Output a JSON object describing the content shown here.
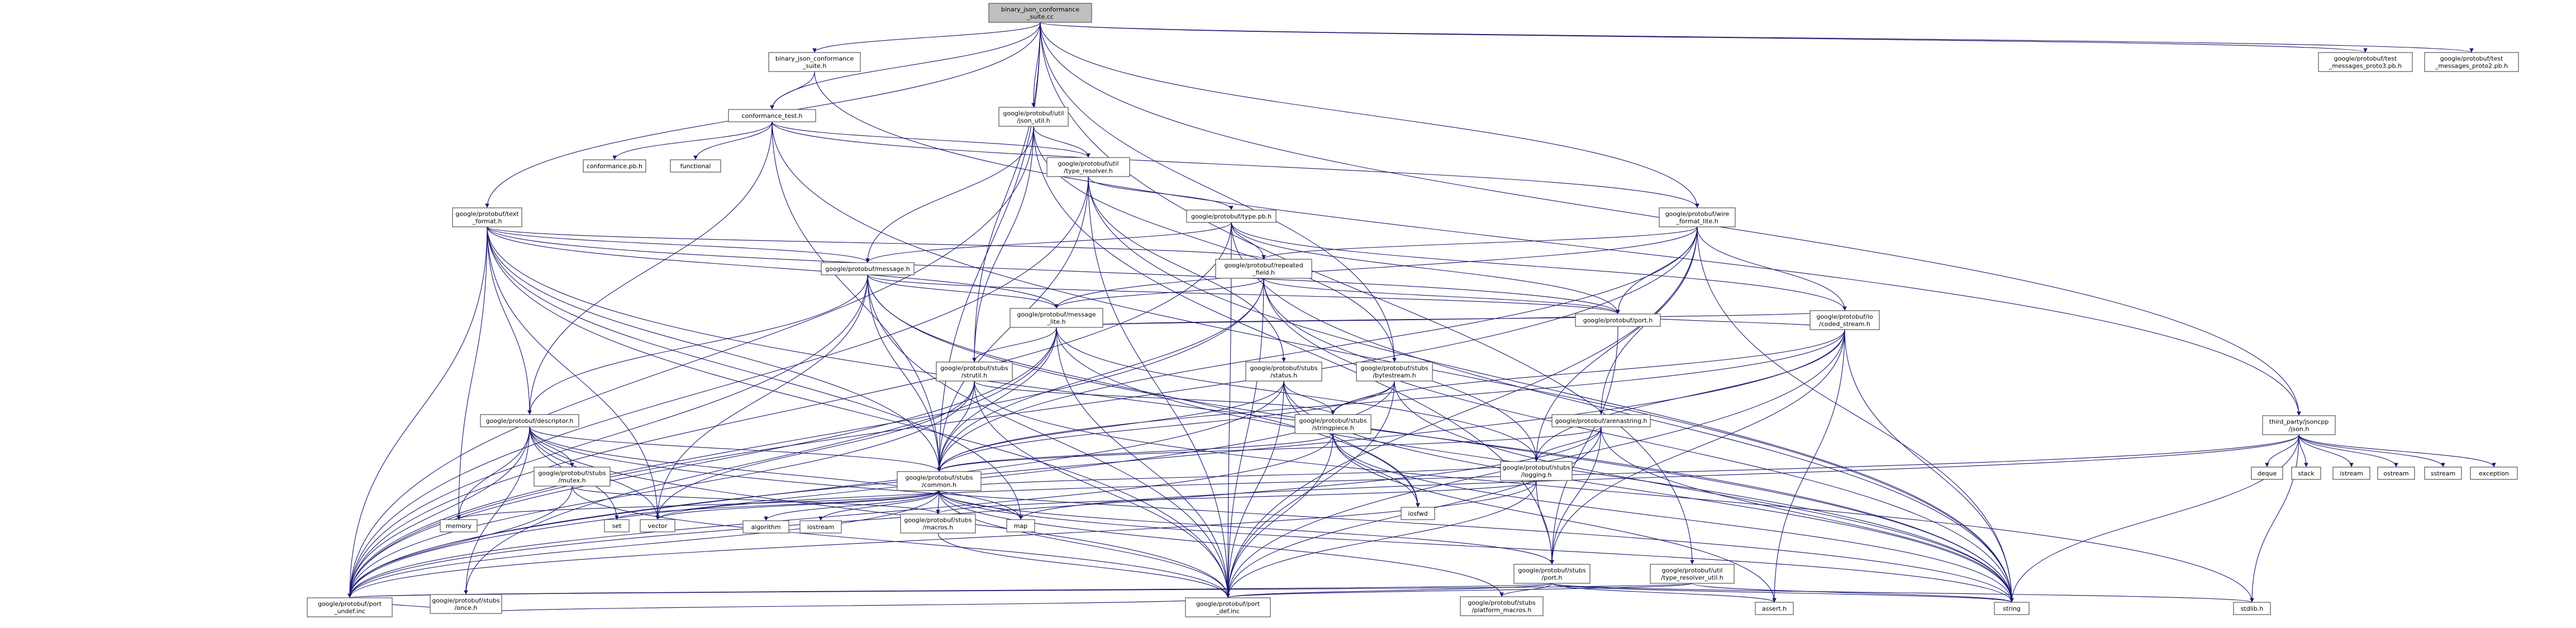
{
  "colors": {
    "edge": "#191970",
    "root_fill": "#bfbfbf",
    "node_border": "#555555",
    "red_border": "#ff0000",
    "gray_border": "#bfbfbf",
    "node_fill": "#ffffff"
  },
  "nodes": [
    {
      "id": "root",
      "label": [
        "binary_json_conformance",
        "_suite.cc"
      ],
      "style": "root"
    },
    {
      "id": "bjcs_h",
      "label": [
        "binary_json_conformance",
        "_suite.h"
      ],
      "style": "normal"
    },
    {
      "id": "ctest_h",
      "label": [
        "conformance_test.h"
      ],
      "style": "normal"
    },
    {
      "id": "json_util",
      "label": [
        "google/protobuf/util",
        "/json_util.h"
      ],
      "style": "normal"
    },
    {
      "id": "text_format",
      "label": [
        "google/protobuf/text",
        "_format.h"
      ],
      "style": "normal"
    },
    {
      "id": "type_resolver",
      "label": [
        "google/protobuf/util",
        "/type_resolver.h"
      ],
      "style": "normal"
    },
    {
      "id": "wire_format_lite",
      "label": [
        "google/protobuf/wire",
        "_format_lite.h"
      ],
      "style": "normal"
    },
    {
      "id": "conf_pb",
      "label": [
        "conformance.pb.h"
      ],
      "style": "gray"
    },
    {
      "id": "functional",
      "label": [
        "functional"
      ],
      "style": "gray"
    },
    {
      "id": "type_pb",
      "label": [
        "google/protobuf/type.pb.h"
      ],
      "style": "red"
    },
    {
      "id": "repeated_field",
      "label": [
        "google/protobuf/repeated",
        "_field.h"
      ],
      "style": "red"
    },
    {
      "id": "message_h",
      "label": [
        "google/protobuf/message.h"
      ],
      "style": "red"
    },
    {
      "id": "message_lite",
      "label": [
        "google/protobuf/message",
        "_lite.h"
      ],
      "style": "red"
    },
    {
      "id": "coded_stream",
      "label": [
        "google/protobuf/io",
        "/coded_stream.h"
      ],
      "style": "red"
    },
    {
      "id": "port_h",
      "label": [
        "google/protobuf/port.h"
      ],
      "style": "normal"
    },
    {
      "id": "strutil",
      "label": [
        "google/protobuf/stubs",
        "/strutil.h"
      ],
      "style": "normal"
    },
    {
      "id": "status",
      "label": [
        "google/protobuf/stubs",
        "/status.h"
      ],
      "style": "normal"
    },
    {
      "id": "bytestream",
      "label": [
        "google/protobuf/stubs",
        "/bytestream.h"
      ],
      "style": "red"
    },
    {
      "id": "stringpiece",
      "label": [
        "google/protobuf/stubs",
        "/stringpiece.h"
      ],
      "style": "red"
    },
    {
      "id": "arenastring",
      "label": [
        "google/protobuf/arenastring.h"
      ],
      "style": "red"
    },
    {
      "id": "descriptor",
      "label": [
        "google/protobuf/descriptor.h"
      ],
      "style": "normal"
    },
    {
      "id": "common",
      "label": [
        "google/protobuf/stubs",
        "/common.h"
      ],
      "style": "normal"
    },
    {
      "id": "logging",
      "label": [
        "google/protobuf/stubs",
        "/logging.h"
      ],
      "style": "normal"
    },
    {
      "id": "mutex",
      "label": [
        "google/protobuf/stubs",
        "/mutex.h"
      ],
      "style": "red"
    },
    {
      "id": "once",
      "label": [
        "google/protobuf/stubs",
        "/once.h"
      ],
      "style": "red"
    },
    {
      "id": "macros",
      "label": [
        "google/protobuf/stubs",
        "/macros.h"
      ],
      "style": "normal"
    },
    {
      "id": "port_stubs",
      "label": [
        "google/protobuf/stubs",
        "/port.h"
      ],
      "style": "red"
    },
    {
      "id": "tr_util",
      "label": [
        "google/protobuf/util",
        "/type_resolver_util.h"
      ],
      "style": "normal"
    },
    {
      "id": "platform_macros",
      "label": [
        "google/protobuf/stubs",
        "/platform_macros.h"
      ],
      "style": "normal"
    },
    {
      "id": "port_undef",
      "label": [
        "google/protobuf/port",
        "_undef.inc"
      ],
      "style": "gray"
    },
    {
      "id": "port_def",
      "label": [
        "google/protobuf/port",
        "_def.inc"
      ],
      "style": "gray"
    },
    {
      "id": "jsoncpp",
      "label": [
        "third_party/jsoncpp",
        "/json.h"
      ],
      "style": "normal"
    },
    {
      "id": "proto3_pb",
      "label": [
        "google/protobuf/test",
        "_messages_proto3.pb.h"
      ],
      "style": "gray"
    },
    {
      "id": "proto2_pb",
      "label": [
        "google/protobuf/test",
        "_messages_proto2.pb.h"
      ],
      "style": "gray"
    },
    {
      "id": "iosfwd",
      "label": [
        "iosfwd"
      ],
      "style": "gray"
    },
    {
      "id": "memory",
      "label": [
        "memory"
      ],
      "style": "gray"
    },
    {
      "id": "set",
      "label": [
        "set"
      ],
      "style": "gray"
    },
    {
      "id": "vector",
      "label": [
        "vector"
      ],
      "style": "gray"
    },
    {
      "id": "map",
      "label": [
        "map"
      ],
      "style": "gray"
    },
    {
      "id": "algorithm",
      "label": [
        "algorithm"
      ],
      "style": "gray"
    },
    {
      "id": "iostream",
      "label": [
        "iostream"
      ],
      "style": "gray"
    },
    {
      "id": "string",
      "label": [
        "string"
      ],
      "style": "gray"
    },
    {
      "id": "assert_h",
      "label": [
        "assert.h"
      ],
      "style": "gray"
    },
    {
      "id": "stdlib_h",
      "label": [
        "stdlib.h"
      ],
      "style": "gray"
    },
    {
      "id": "deque",
      "label": [
        "deque"
      ],
      "style": "gray"
    },
    {
      "id": "stack",
      "label": [
        "stack"
      ],
      "style": "gray"
    },
    {
      "id": "istream",
      "label": [
        "istream"
      ],
      "style": "gray"
    },
    {
      "id": "ostream",
      "label": [
        "ostream"
      ],
      "style": "gray"
    },
    {
      "id": "sstream",
      "label": [
        "sstream"
      ],
      "style": "gray"
    },
    {
      "id": "exception",
      "label": [
        "exception"
      ],
      "style": "gray"
    }
  ],
  "edges": [
    [
      "root",
      "bjcs_h"
    ],
    [
      "root",
      "ctest_h"
    ],
    [
      "root",
      "json_util"
    ],
    [
      "root",
      "text_format"
    ],
    [
      "root",
      "wire_format_lite"
    ],
    [
      "root",
      "jsoncpp"
    ],
    [
      "root",
      "proto3_pb"
    ],
    [
      "root",
      "proto2_pb"
    ],
    [
      "root",
      "common"
    ],
    [
      "root",
      "strutil"
    ],
    [
      "root",
      "tr_util"
    ],
    [
      "root",
      "bytestream"
    ],
    [
      "bjcs_h",
      "ctest_h"
    ],
    [
      "bjcs_h",
      "jsoncpp"
    ],
    [
      "ctest_h",
      "conf_pb"
    ],
    [
      "ctest_h",
      "functional"
    ],
    [
      "ctest_h",
      "type_resolver"
    ],
    [
      "ctest_h",
      "wire_format_lite"
    ],
    [
      "ctest_h",
      "string"
    ],
    [
      "ctest_h",
      "descriptor"
    ],
    [
      "ctest_h",
      "common"
    ],
    [
      "json_util",
      "message_h"
    ],
    [
      "json_util",
      "type_resolver"
    ],
    [
      "json_util",
      "strutil"
    ],
    [
      "json_util",
      "bytestream"
    ],
    [
      "json_util",
      "port_undef"
    ],
    [
      "json_util",
      "port_stubs"
    ],
    [
      "type_resolver",
      "type_pb"
    ],
    [
      "type_resolver",
      "status"
    ],
    [
      "type_resolver",
      "port_def"
    ],
    [
      "type_resolver",
      "port_undef"
    ],
    [
      "type_resolver",
      "common"
    ],
    [
      "type_resolver",
      "string"
    ],
    [
      "text_format",
      "message_h"
    ],
    [
      "text_format",
      "message_lite"
    ],
    [
      "text_format",
      "descriptor"
    ],
    [
      "text_format",
      "port_h"
    ],
    [
      "text_format",
      "port_def"
    ],
    [
      "text_format",
      "port_undef"
    ],
    [
      "text_format",
      "common"
    ],
    [
      "text_format",
      "map"
    ],
    [
      "text_format",
      "memory"
    ],
    [
      "text_format",
      "vector"
    ],
    [
      "text_format",
      "string"
    ],
    [
      "text_format",
      "repeated_field"
    ],
    [
      "wire_format_lite",
      "coded_stream"
    ],
    [
      "wire_format_lite",
      "arenastring"
    ],
    [
      "wire_format_lite",
      "repeated_field"
    ],
    [
      "wire_format_lite",
      "message_lite"
    ],
    [
      "wire_format_lite",
      "port_h"
    ],
    [
      "wire_format_lite",
      "logging"
    ],
    [
      "wire_format_lite",
      "port_def"
    ],
    [
      "wire_format_lite",
      "port_undef"
    ],
    [
      "wire_format_lite",
      "common"
    ],
    [
      "wire_format_lite",
      "string"
    ],
    [
      "type_pb",
      "repeated_field"
    ],
    [
      "type_pb",
      "message_h"
    ],
    [
      "type_pb",
      "coded_stream"
    ],
    [
      "type_pb",
      "port_def"
    ],
    [
      "type_pb",
      "port_undef"
    ],
    [
      "type_pb",
      "string"
    ],
    [
      "type_pb",
      "port_h"
    ],
    [
      "repeated_field",
      "message_lite"
    ],
    [
      "repeated_field",
      "port_h"
    ],
    [
      "repeated_field",
      "logging"
    ],
    [
      "repeated_field",
      "common"
    ],
    [
      "repeated_field",
      "port_def"
    ],
    [
      "repeated_field",
      "port_undef"
    ],
    [
      "repeated_field",
      "string"
    ],
    [
      "message_h",
      "message_lite"
    ],
    [
      "message_h",
      "descriptor"
    ],
    [
      "message_h",
      "common"
    ],
    [
      "message_h",
      "port_def"
    ],
    [
      "message_h",
      "port_undef"
    ],
    [
      "message_h",
      "iosfwd"
    ],
    [
      "message_h",
      "string"
    ],
    [
      "message_h",
      "vector"
    ],
    [
      "message_h",
      "port_h"
    ],
    [
      "message_lite",
      "coded_stream"
    ],
    [
      "message_lite",
      "strutil"
    ],
    [
      "message_lite",
      "common"
    ],
    [
      "message_lite",
      "logging"
    ],
    [
      "message_lite",
      "port_h"
    ],
    [
      "message_lite",
      "port_def"
    ],
    [
      "message_lite",
      "port_undef"
    ],
    [
      "message_lite",
      "once"
    ],
    [
      "message_lite",
      "string"
    ],
    [
      "coded_stream",
      "port_h"
    ],
    [
      "coded_stream",
      "port_stubs"
    ],
    [
      "coded_stream",
      "common"
    ],
    [
      "coded_stream",
      "logging"
    ],
    [
      "coded_stream",
      "assert_h"
    ],
    [
      "coded_stream",
      "port_def"
    ],
    [
      "coded_stream",
      "port_undef"
    ],
    [
      "coded_stream",
      "string"
    ],
    [
      "coded_stream",
      "stringpiece"
    ],
    [
      "port_h",
      "port_stubs"
    ],
    [
      "strutil",
      "common"
    ],
    [
      "strutil",
      "stringpiece"
    ],
    [
      "strutil",
      "port_def"
    ],
    [
      "strutil",
      "port_undef"
    ],
    [
      "strutil",
      "vector"
    ],
    [
      "strutil",
      "stdlib_h"
    ],
    [
      "status",
      "common"
    ],
    [
      "status",
      "stringpiece"
    ],
    [
      "status",
      "port_def"
    ],
    [
      "status",
      "port_undef"
    ],
    [
      "status",
      "iosfwd"
    ],
    [
      "status",
      "string"
    ],
    [
      "bytestream",
      "common"
    ],
    [
      "bytestream",
      "stringpiece"
    ],
    [
      "bytestream",
      "port_def"
    ],
    [
      "bytestream",
      "port_undef"
    ],
    [
      "bytestream",
      "string"
    ],
    [
      "stringpiece",
      "common"
    ],
    [
      "stringpiece",
      "port_def"
    ],
    [
      "stringpiece",
      "port_undef"
    ],
    [
      "stringpiece",
      "iosfwd"
    ],
    [
      "stringpiece",
      "string"
    ],
    [
      "stringpiece",
      "assert_h"
    ],
    [
      "arenastring",
      "common"
    ],
    [
      "arenastring",
      "logging"
    ],
    [
      "arenastring",
      "port_stubs"
    ],
    [
      "arenastring",
      "port_def"
    ],
    [
      "arenastring",
      "port_undef"
    ],
    [
      "arenastring",
      "string"
    ],
    [
      "descriptor",
      "common"
    ],
    [
      "descriptor",
      "mutex"
    ],
    [
      "descriptor",
      "once"
    ],
    [
      "descriptor",
      "port_def"
    ],
    [
      "descriptor",
      "port_undef"
    ],
    [
      "descriptor",
      "memory"
    ],
    [
      "descriptor",
      "set"
    ],
    [
      "descriptor",
      "vector"
    ],
    [
      "descriptor",
      "map"
    ],
    [
      "descriptor",
      "string"
    ],
    [
      "common",
      "macros"
    ],
    [
      "common",
      "logging"
    ],
    [
      "common",
      "port_stubs"
    ],
    [
      "common",
      "platform_macros"
    ],
    [
      "common",
      "port_def"
    ],
    [
      "common",
      "port_undef"
    ],
    [
      "common",
      "algorithm"
    ],
    [
      "common",
      "iostream"
    ],
    [
      "common",
      "map"
    ],
    [
      "common",
      "memory"
    ],
    [
      "common",
      "set"
    ],
    [
      "common",
      "vector"
    ],
    [
      "common",
      "string"
    ],
    [
      "logging",
      "macros"
    ],
    [
      "logging",
      "port_stubs"
    ],
    [
      "logging",
      "port_def"
    ],
    [
      "logging",
      "port_undef"
    ],
    [
      "mutex",
      "macros"
    ],
    [
      "mutex",
      "port_def"
    ],
    [
      "mutex",
      "port_undef"
    ],
    [
      "once",
      "port_def"
    ],
    [
      "once",
      "port_undef"
    ],
    [
      "macros",
      "port_def"
    ],
    [
      "port_stubs",
      "platform_macros"
    ],
    [
      "port_stubs",
      "port_def"
    ],
    [
      "port_stubs",
      "port_undef"
    ],
    [
      "port_stubs",
      "assert_h"
    ],
    [
      "port_stubs",
      "stdlib_h"
    ],
    [
      "port_stubs",
      "string"
    ],
    [
      "tr_util",
      "port_def"
    ],
    [
      "tr_util",
      "port_undef"
    ],
    [
      "tr_util",
      "string"
    ],
    [
      "jsoncpp",
      "deque"
    ],
    [
      "jsoncpp",
      "stack"
    ],
    [
      "jsoncpp",
      "istream"
    ],
    [
      "jsoncpp",
      "ostream"
    ],
    [
      "jsoncpp",
      "sstream"
    ],
    [
      "jsoncpp",
      "exception"
    ],
    [
      "jsoncpp",
      "string"
    ],
    [
      "jsoncpp",
      "vector"
    ],
    [
      "jsoncpp",
      "map"
    ],
    [
      "jsoncpp",
      "stdlib_h"
    ]
  ]
}
